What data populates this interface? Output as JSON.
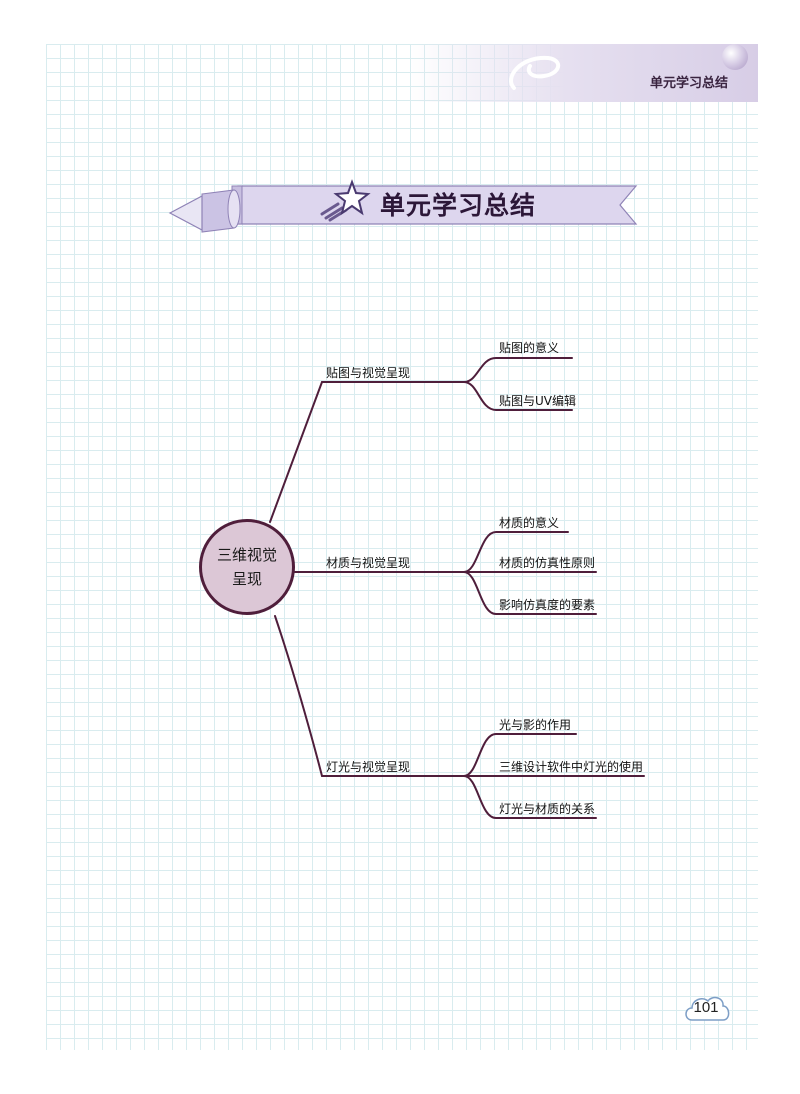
{
  "header": {
    "section_title": "单元学习总结"
  },
  "banner": {
    "title": "单元学习总结"
  },
  "mindmap": {
    "center": "三维视觉呈现",
    "branches": [
      {
        "label": "贴图与视觉呈现",
        "children": [
          "贴图的意义",
          "贴图与UV编辑"
        ]
      },
      {
        "label": "材质与视觉呈现",
        "children": [
          "材质的意义",
          "材质的仿真性原则",
          "影响仿真度的要素"
        ]
      },
      {
        "label": "灯光与视觉呈现",
        "children": [
          "光与影的作用",
          "三维设计软件中灯光的使用",
          "灯光与材质的关系"
        ]
      }
    ]
  },
  "footer": {
    "page_number": "101"
  },
  "colors": {
    "line": "#4f1e3b",
    "node_fill": "#dcc7d6",
    "banner_fill": "#ddd6ee",
    "grid": "#d9ecef"
  }
}
